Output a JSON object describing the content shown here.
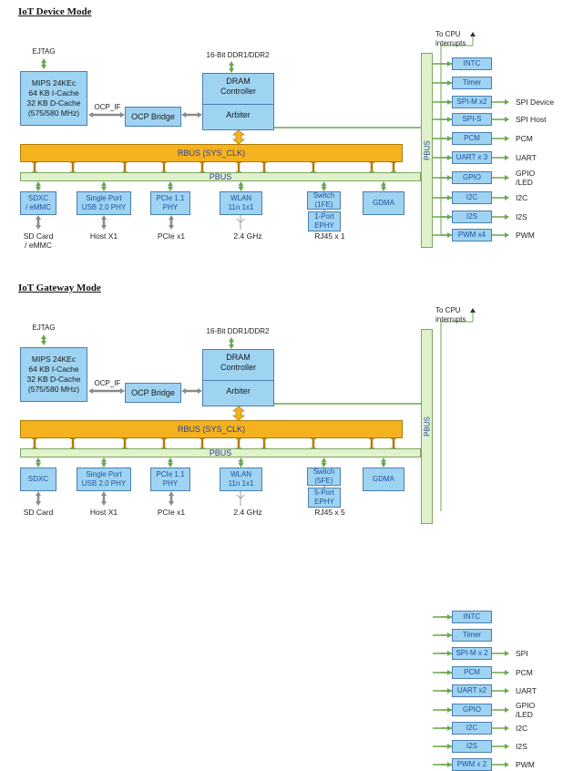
{
  "sections": [
    {
      "title": "IoT Device Mode",
      "ejtag": "EJTAG",
      "ddr": "16-Bit DDR1/DDR2",
      "cpu": "MIPS 24KEc\n64 KB I-Cache\n32 KB D-Cache\n(575/580 MHz)",
      "ocp_if": "OCP_IF",
      "ocp_bridge": "OCP Bridge",
      "dram_controller": "DRAM\nController",
      "arbiter": "Arbiter",
      "rbus": "RBUS (SYS_CLK)",
      "pbus": "PBUS",
      "pbus_vertical": "PBUS",
      "cpu_interrupts": "To CPU\ninterrupts",
      "blocks": [
        "SDXC\n/ eMMC",
        "Single Port\nUSB 2.0 PHY",
        "PCIe 1.1\nPHY",
        "WLAN\n11n 1x1",
        "Switch\n(1FE)",
        "GDMA"
      ],
      "ephy": "1-Port\nEPHY",
      "block_labels": [
        "SD Card\n/ eMMC",
        "Host X1",
        "PCIe x1",
        "2.4 GHz",
        "RJ45 x 1"
      ],
      "periph": [
        {
          "name": "INTC",
          "out": ""
        },
        {
          "name": "Timer",
          "out": ""
        },
        {
          "name": "SPI-M x2",
          "out": "SPI Device"
        },
        {
          "name": "SPI-S",
          "out": "SPI Host"
        },
        {
          "name": "PCM",
          "out": "PCM"
        },
        {
          "name": "UART x 3",
          "out": "UART"
        },
        {
          "name": "GPIO",
          "out": "GPIO\n/LED"
        },
        {
          "name": "I2C",
          "out": "I2C"
        },
        {
          "name": "I2S",
          "out": "I2S"
        },
        {
          "name": "PWM x4",
          "out": "PWM"
        }
      ]
    },
    {
      "title": "IoT Gateway Mode",
      "ejtag": "EJTAG",
      "ddr": "16-Bit DDR1/DDR2",
      "cpu": "MIPS 24KEc\n64 KB I-Cache\n32 KB D-Cache\n(575/580 MHz)",
      "ocp_if": "OCP_IF",
      "ocp_bridge": "OCP Bridge",
      "dram_controller": "DRAM\nController",
      "arbiter": "Arbiter",
      "rbus": "RBUS (SYS_CLK)",
      "pbus": "PBUS",
      "pbus_vertical": "PBUS",
      "cpu_interrupts": "To CPU\ninterrupts",
      "blocks": [
        "SDXC",
        "Single Port\nUSB 2.0 PHY",
        "PCIe 1.1\nPHY",
        "WLAN\n11n 1x1",
        "Switch\n(5FE)",
        "GDMA"
      ],
      "ephy": "5-Port\nEPHY",
      "block_labels": [
        "SD Card",
        "Host X1",
        "PCIe x1",
        "2.4 GHz",
        "RJ45 x 5"
      ],
      "periph": [
        {
          "name": "INTC",
          "out": ""
        },
        {
          "name": "Timer",
          "out": ""
        },
        {
          "name": "SPI-M x 2",
          "out": "SPI"
        },
        {
          "name": "PCM",
          "out": "PCM"
        },
        {
          "name": "UART x2",
          "out": "UART"
        },
        {
          "name": "GPIO",
          "out": "GPIO\n/LED"
        },
        {
          "name": "I2C",
          "out": "I2C"
        },
        {
          "name": "I2S",
          "out": "I2S"
        },
        {
          "name": "PWM x 2",
          "out": "PWM"
        }
      ]
    }
  ]
}
